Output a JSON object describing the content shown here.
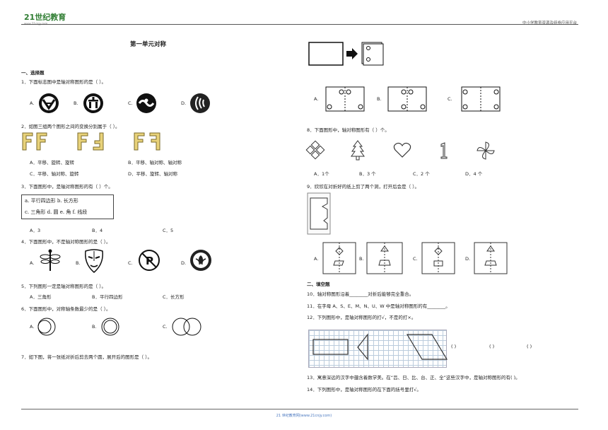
{
  "header": {
    "logo_text": "21世纪教育",
    "logo_url_text": "www.21cnjy.com",
    "platform": "中小学教育资源及组卷应用平台"
  },
  "title": "第一单元对称",
  "sections": {
    "choice": "一、选择题",
    "fill": "二、填空题"
  },
  "q1": {
    "text": "1．下面标志图中是轴对称图形的是（    ）。",
    "opts": [
      "A.",
      "B.",
      "C.",
      "D."
    ]
  },
  "q2": {
    "text": "2．如图三组两个图形之间的变换分别属于（    ）。",
    "opts": [
      "A．平移、旋转、旋转",
      "B．平移、轴对称、轴对称",
      "C．平移、轴对称、旋转",
      "D．平移、旋转、轴对称"
    ]
  },
  "q3": {
    "text": "3．下面图形中，是轴对称图形的有（    ）个。",
    "box": [
      "a. 平行四边形    b. 长方形",
      "c. 三角形  d. 圆  e. 角  f. 线段"
    ],
    "opts": [
      "A．3",
      "B．4",
      "C．5"
    ]
  },
  "q4": {
    "text": "4．下面图形中，不是轴对称图形的是（    ）。",
    "opts": [
      "A.",
      "B.",
      "C.",
      "D."
    ]
  },
  "q5": {
    "text": "5．下列图形一定是轴对称图形的是（    ）。",
    "opts": [
      "A．三角形",
      "B．平行四边形",
      "C．长方形"
    ]
  },
  "q6": {
    "text": "6．下面图形中，对称轴条数最少的是（    ）。",
    "opts": [
      "A.",
      "B.",
      "C."
    ]
  },
  "q7": {
    "text": "7．如下图，将一张纸对折后剪去两个圆，展开后的图形是（    ）。",
    "opts": [
      "A.",
      "B.",
      "C."
    ]
  },
  "q8": {
    "text": "8．下面图形中，轴对称图形有（    ）个。",
    "opts": [
      "A．1个",
      "B．3 个",
      "C．2 个",
      "D．4 个"
    ]
  },
  "q9": {
    "text": "9．欣欣在对折好的纸上剪了两个洞，打开后会是（    ）。",
    "opts": [
      "A.",
      "B.",
      "C.",
      "D."
    ]
  },
  "q10": {
    "text": "10．轴对称图形沿着________对折后能够完全重合。"
  },
  "q11": {
    "text": "11．在字母 A、S、E、M、N、U、W 中是轴对称图形的有________。"
  },
  "q12": {
    "text": "12．下列图形中，是轴对称图形的打√，不是的打×。",
    "blanks": [
      "(          )",
      "(          )",
      "(          )"
    ]
  },
  "q13": {
    "text": "13．寓意深远的汉字中蕴含着数学美。在“吕、日、比、台、正、全”这些汉字中，是轴对称图形的有(          )。"
  },
  "q14": {
    "text": "14．下列图形中，是轴对称图形的在下面的括号里打√。"
  },
  "footer": "21 世纪教育网(www.21cnjy.com)"
}
